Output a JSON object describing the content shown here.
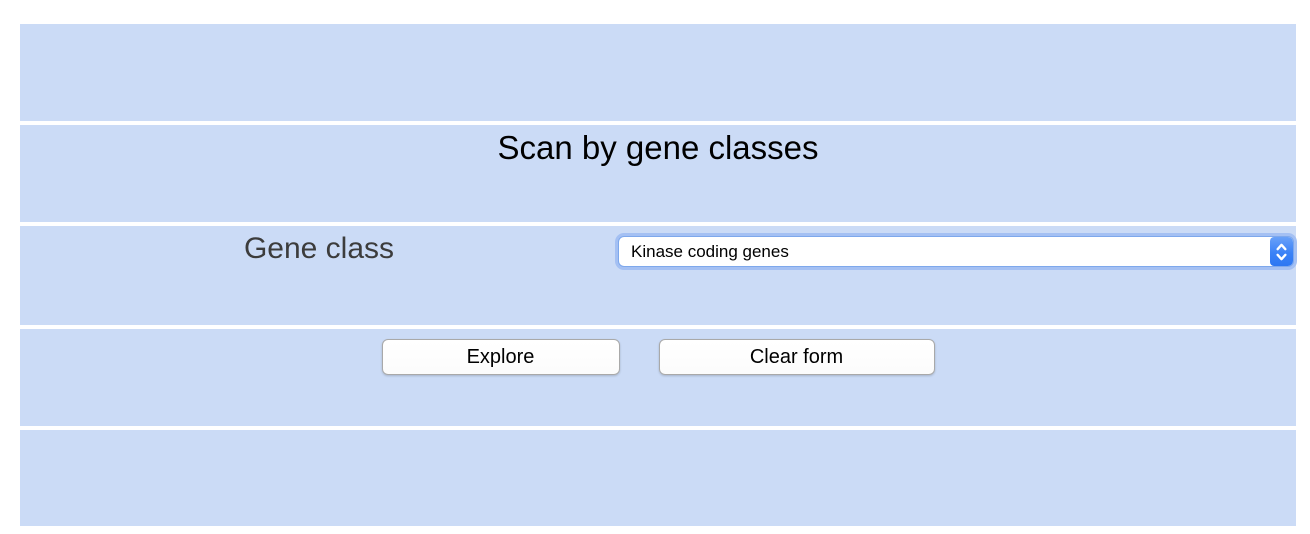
{
  "panel": {
    "title": "Scan by gene classes"
  },
  "form": {
    "gene_class_label": "Gene class",
    "gene_class_selected": "Kinase coding genes"
  },
  "buttons": {
    "explore_label": "Explore",
    "clear_label": "Clear form"
  },
  "icons": {
    "select_stepper": "up-down-chevrons-icon"
  },
  "colors": {
    "panel_background": "#cbdbf6",
    "page_background": "#ffffff",
    "stepper_blue": "#3b82f7",
    "select_focus_ring": "#a4c0f3",
    "title_text": "#000000",
    "label_text": "#3c3c3c",
    "button_border": "#a9a9a9"
  }
}
